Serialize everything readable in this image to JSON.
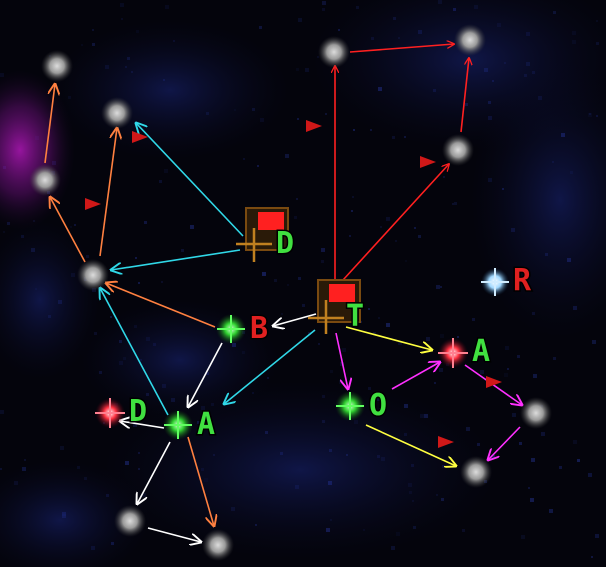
{
  "map": {
    "colors": {
      "background": "#04040c",
      "nebula_blue": "#1a2a8a",
      "nebula_purple": "#b018b8",
      "route_red": "#ff2020",
      "route_orange": "#ff8040",
      "route_cyan": "#30d8e8",
      "route_white": "#ffffff",
      "route_yellow": "#ffff40",
      "route_magenta": "#ff30ff",
      "label_green": "#40e040",
      "label_red": "#e02020",
      "star_grey": "#9a9a9a",
      "star_green": "#30d030",
      "star_red": "#ff3040",
      "star_blue": "#a0d8ff",
      "base_red": "#ff2020",
      "base_frame": "#7a4a10",
      "marker_red": "#d01818"
    },
    "labels": {
      "base_north": "D",
      "base_main": "T",
      "star_b": "B",
      "star_a_left": "A",
      "star_d_left": "D",
      "star_o_right": "O",
      "star_a_right": "A",
      "star_r_blue": "R"
    },
    "icons": {
      "base": "base-flag-icon",
      "star_unexplored": "grey-star-icon",
      "star_friendly": "green-star-icon",
      "star_enemy": "red-star-icon",
      "star_neutral": "blue-star-icon",
      "fleet_marker": "red-triangle-icon"
    }
  }
}
